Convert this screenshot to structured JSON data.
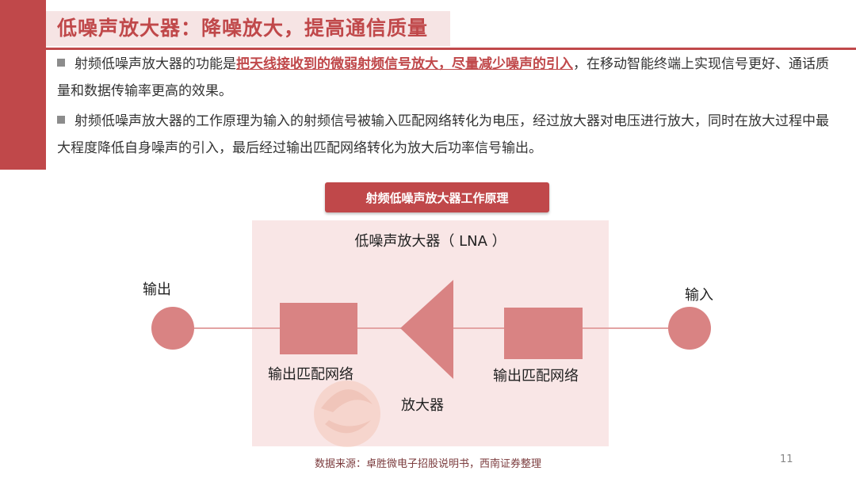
{
  "slide": {
    "title": "低噪声放大器：降噪放大，提高通信质量",
    "page_number": "11",
    "source": "数据来源：卓胜微电子招股说明书，西南证券整理"
  },
  "paragraphs": [
    {
      "before": "射频低噪声放大器的功能是",
      "emphasis": "把天线接收到的微弱射频信号放大，尽量减少噪声的引入",
      "after": "，在移动智能终端上实现信号更好、通话质量和数据传输率更高的效果。"
    },
    {
      "text": "射频低噪声放大器的工作原理为输入的射频信号被输入匹配网络转化为电压，经过放大器对电压进行放大，同时在放大过程中最大程度降低自身噪声的引入，最后经过输出匹配网络转化为放大后功率信号输出。"
    }
  ],
  "diagram": {
    "title": "射频低噪声放大器工作原理",
    "lna_label": "低噪声放大器（ LNA ）",
    "output_label": "输出",
    "input_label": "输入",
    "left_network_label": "输出匹配网络",
    "right_network_label": "输出匹配网络",
    "amplifier_label": "放大器"
  },
  "colors": {
    "accent": "#c0484a",
    "title_bg": "#f6e4e4",
    "diagram_bg": "#f9e6e6",
    "shape_fill": "#d98383",
    "line": "#e3a3a3"
  }
}
